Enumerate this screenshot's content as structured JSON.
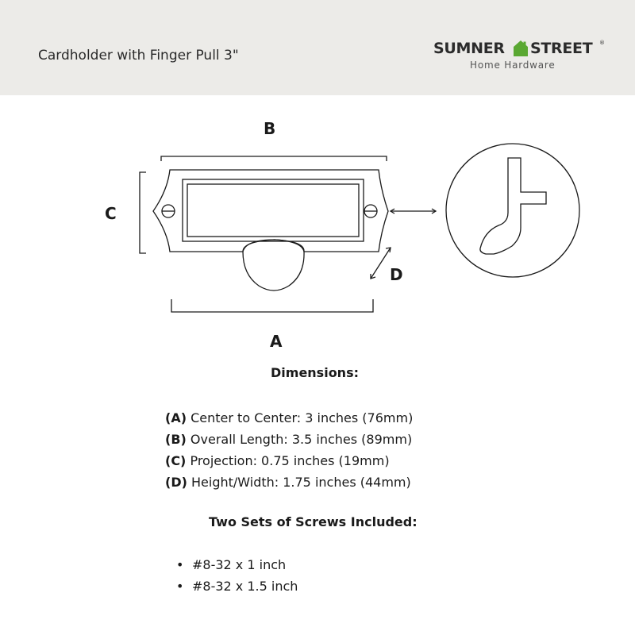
{
  "header": {
    "title": "Cardholder with Finger Pull 3\"",
    "logo": {
      "word_left": "SUMNER",
      "word_right": "STREET",
      "registered": "®",
      "tagline": "Home Hardware",
      "house_color": "#5aa832"
    }
  },
  "diagram": {
    "labels": {
      "a": "A",
      "b": "B",
      "c": "C",
      "d": "D"
    }
  },
  "dimensions": {
    "heading": "Dimensions:",
    "items": [
      {
        "key": "(A)",
        "text": " Center to Center: 3 inches (76mm)"
      },
      {
        "key": "(B)",
        "text": " Overall Length: 3.5 inches (89mm)"
      },
      {
        "key": "(C)",
        "text": " Projection: 0.75 inches (19mm)"
      },
      {
        "key": "(D)",
        "text": " Height/Width: 1.75 inches (44mm)"
      }
    ]
  },
  "screws": {
    "heading": "Two Sets of Screws Included:",
    "items": [
      {
        "bullet": "•",
        "text": "#8-32 x 1 inch"
      },
      {
        "bullet": "•",
        "text": "#8-32 x 1.5 inch"
      }
    ]
  }
}
